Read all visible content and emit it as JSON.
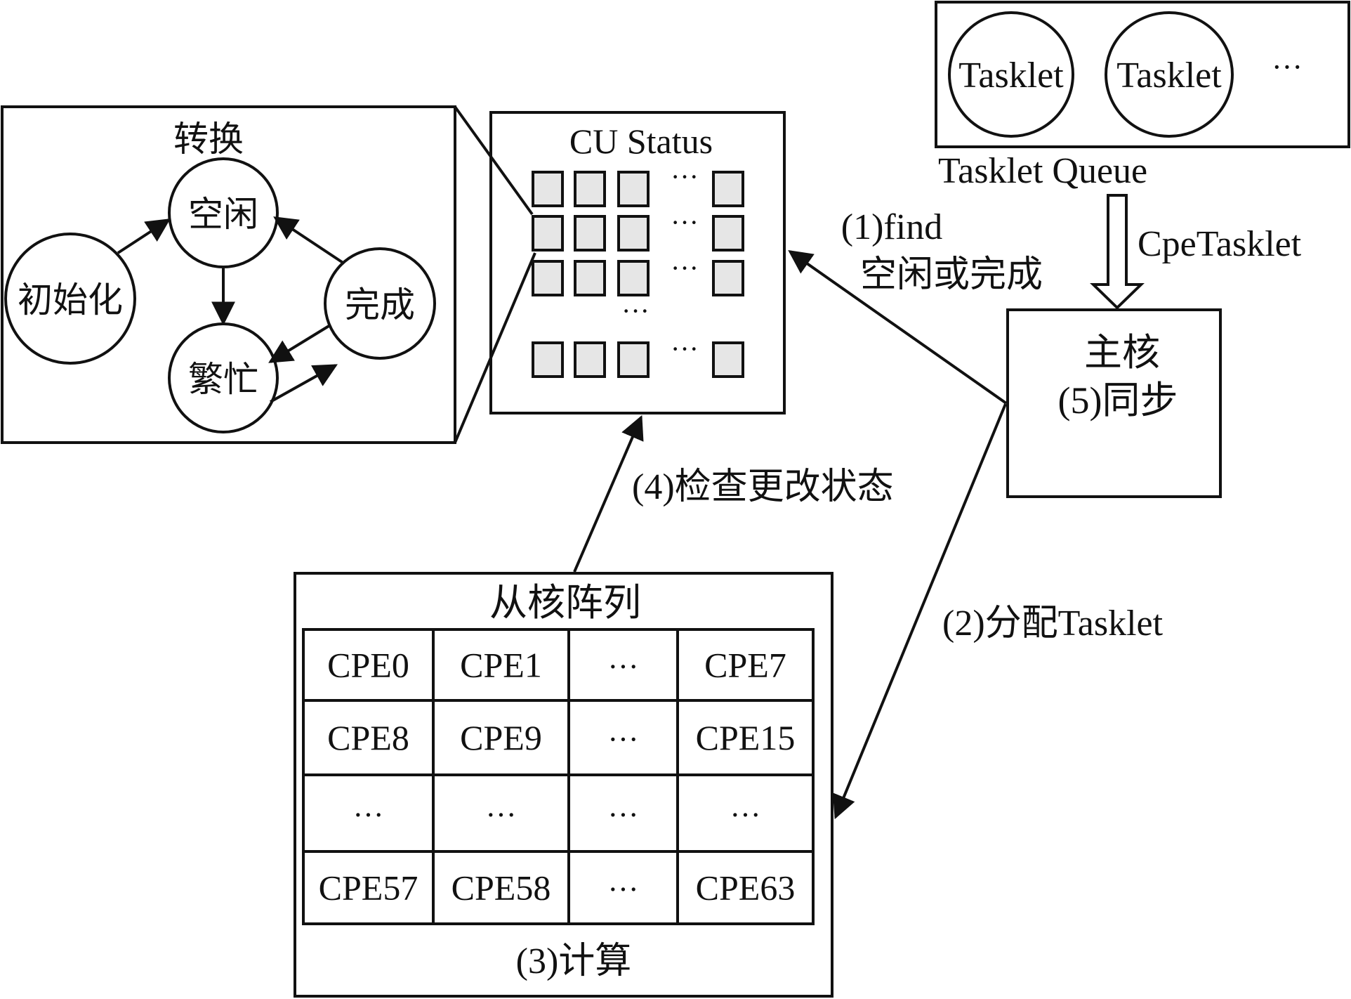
{
  "transition_panel": {
    "title": "转换",
    "states": {
      "init": "初始化",
      "idle": "空闲",
      "busy": "繁忙",
      "done": "完成"
    }
  },
  "cu_status": {
    "title": "CU Status",
    "ellipsis": "···"
  },
  "tasklet_queue": {
    "items": [
      "Tasklet",
      "Tasklet"
    ],
    "ellipsis": "···",
    "label": "Tasklet Queue",
    "transfer_label": "CpeTasklet"
  },
  "master_core": {
    "title": "主核",
    "step": "(5)同步"
  },
  "steps": {
    "find_line1": "(1)find",
    "find_line2": "空闲或完成",
    "assign": "(2)分配Tasklet",
    "check": "(4)检查更改状态"
  },
  "slave_array": {
    "title": "从核阵列",
    "footer": "(3)计算",
    "rows": [
      [
        "CPE0",
        "CPE1",
        "···",
        "CPE7"
      ],
      [
        "CPE8",
        "CPE9",
        "···",
        "CPE15"
      ],
      [
        "···",
        "···",
        "···",
        "···"
      ],
      [
        "CPE57",
        "CPE58",
        "···",
        "CPE63"
      ]
    ]
  }
}
